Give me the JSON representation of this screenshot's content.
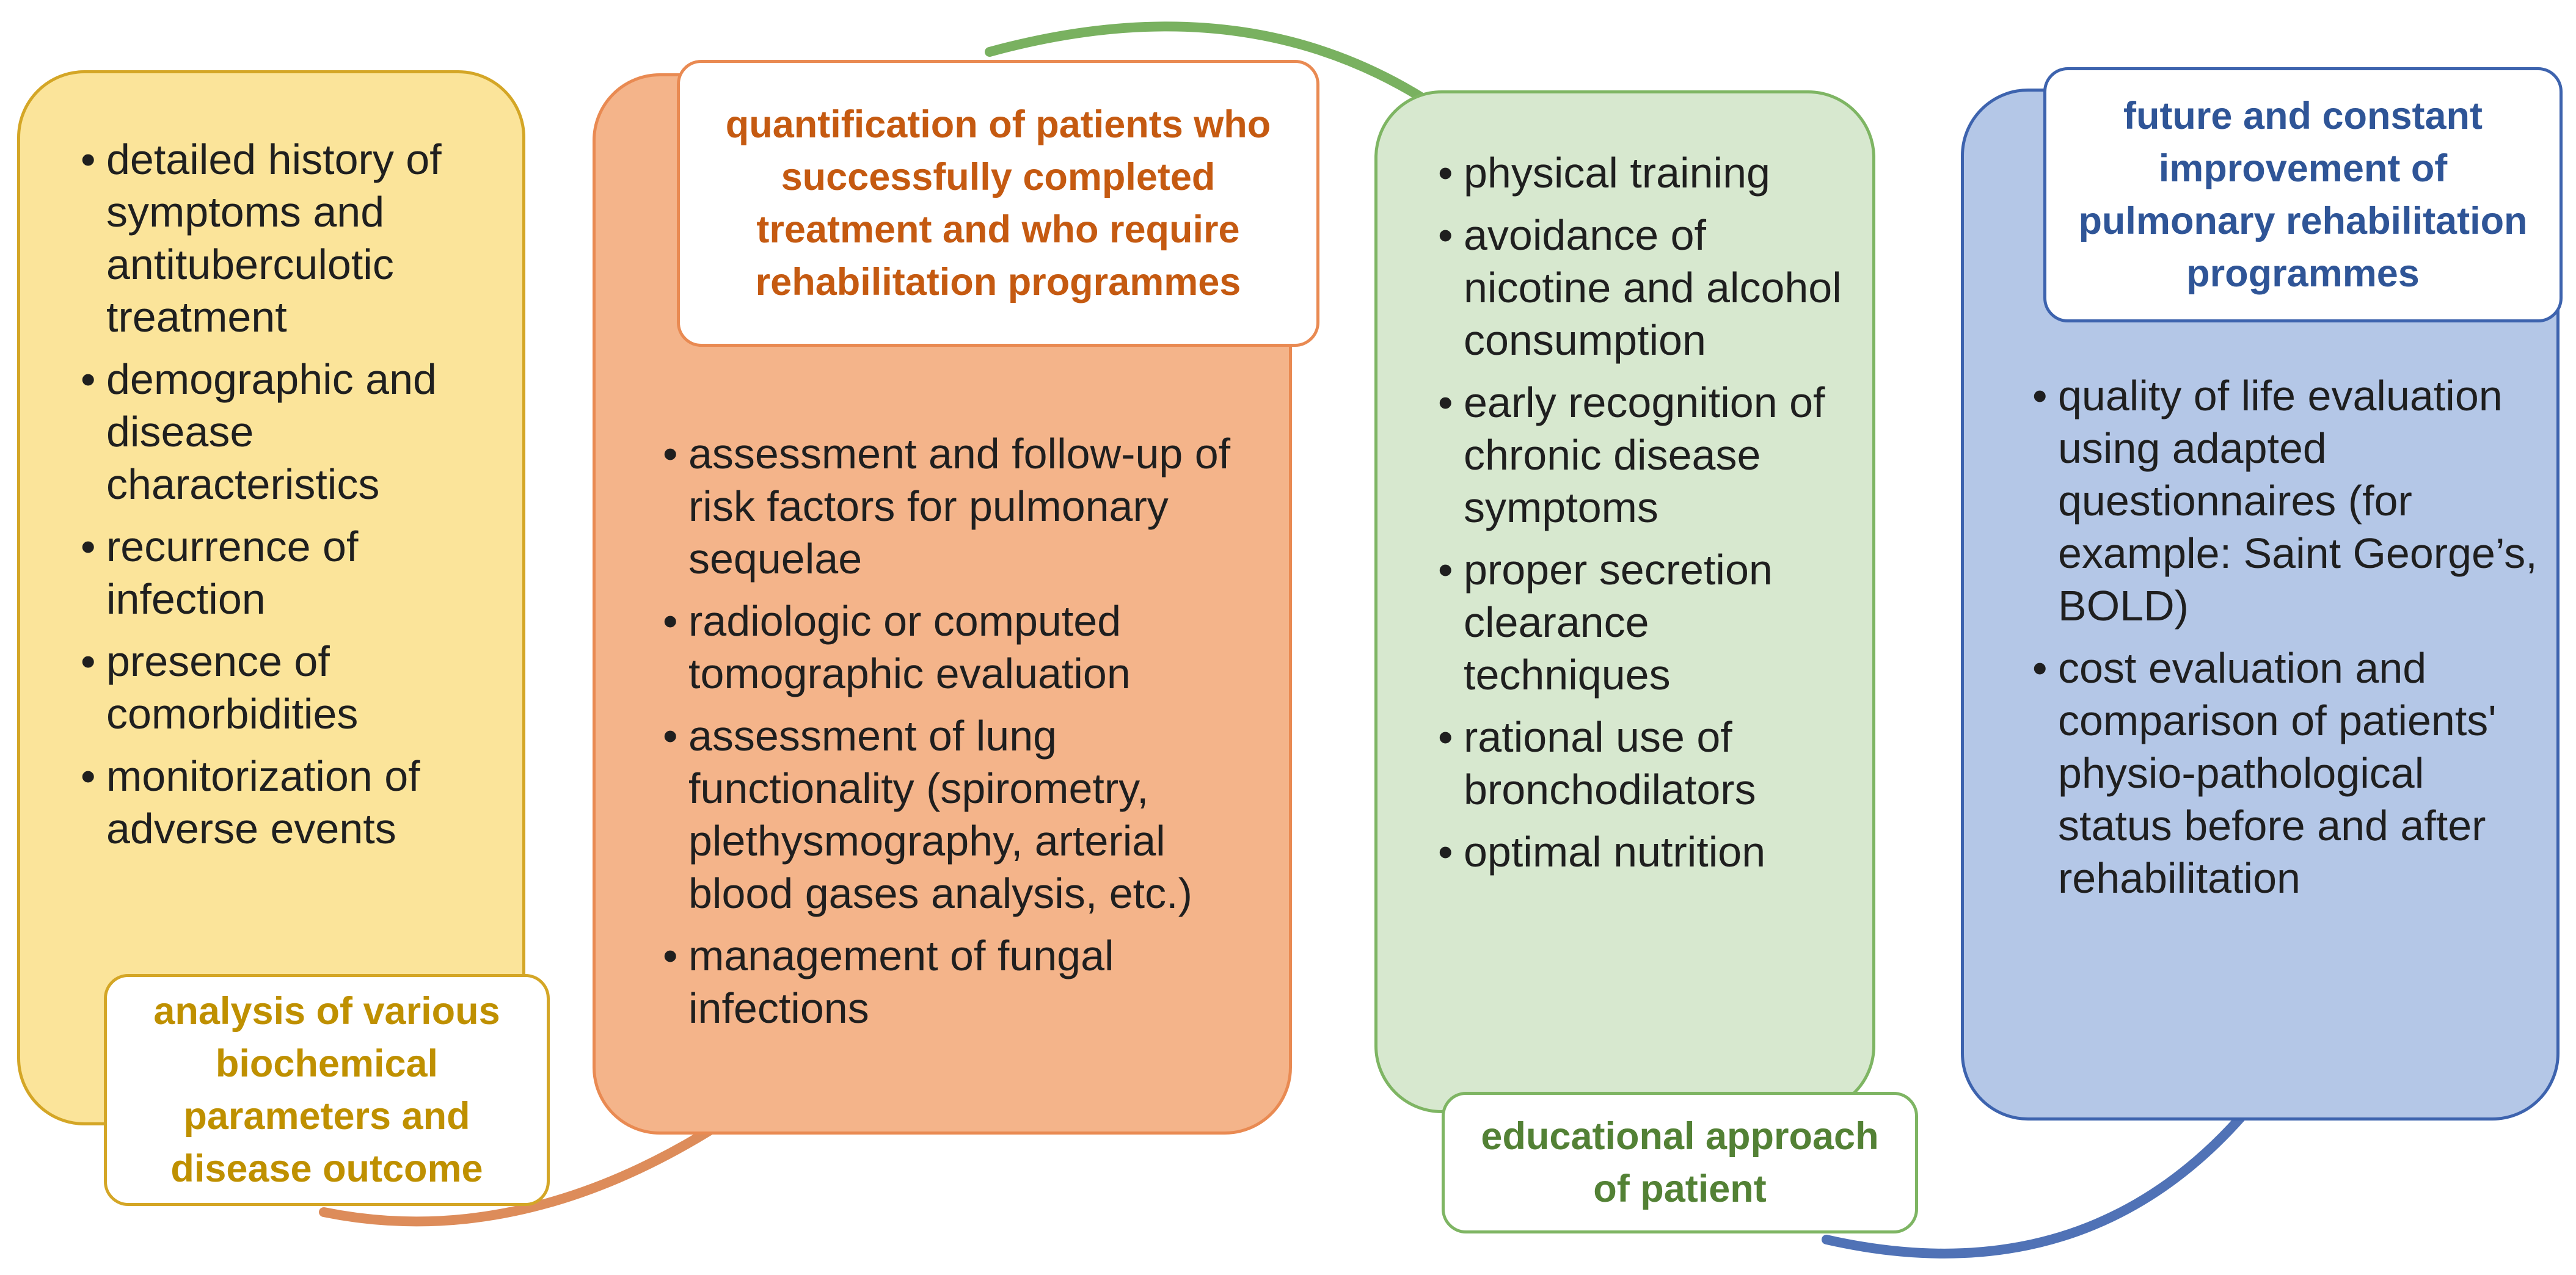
{
  "colors": {
    "yellow": "#FBE49A",
    "yellow_border": "#D4A626",
    "yellow_text": "#BF9000",
    "orange": "#F4B48A",
    "orange_border": "#E98A52",
    "orange_text": "#C55A11",
    "green": "#D7E8CF",
    "green_border": "#7EB563",
    "green_text": "#538135",
    "blue": "#B4C7E7",
    "blue_border": "#3D63AE",
    "blue_text": "#2F5597"
  },
  "panels": {
    "assessment": {
      "items": [
        "detailed history of symptoms and antituberculotic treatment",
        "demographic and disease characteristics",
        "recurrence of infection",
        "presence of comorbidities",
        "monitorization of adverse events"
      ],
      "label": "analysis of various biochemical parameters and disease outcome"
    },
    "evaluation": {
      "label": "quantification of patients who successfully completed treatment and who require rehabilitation programmes",
      "items": [
        "assessment and follow-up of risk factors for pulmonary sequelae",
        "radiologic or computed tomographic evaluation",
        "assessment of lung functionality (spirometry, plethysmography, arterial blood gases analysis, etc.)",
        "management of fungal infections"
      ]
    },
    "education": {
      "items": [
        "physical training",
        "avoidance of nicotine and alcohol consumption",
        "early recognition of chronic disease symptoms",
        "proper secretion clearance techniques",
        "rational use of bronchodilators",
        "optimal nutrition"
      ],
      "label": "educational approach of patient"
    },
    "improvement": {
      "label": "future and constant improvement of pulmonary rehabilitation programmes",
      "items": [
        "quality of life evaluation using adapted questionnaires (for example: Saint George’s, BOLD)",
        "cost evaluation and comparison of patients' physio-pathological status before and after rehabilitation"
      ]
    }
  }
}
